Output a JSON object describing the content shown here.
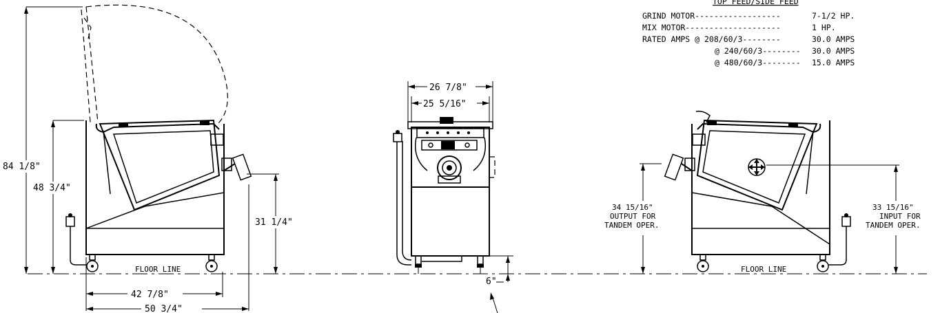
{
  "spec_table": {
    "title": "TOP FEED/SIDE FEED",
    "rows": [
      {
        "label": "GRIND MOTOR------------------",
        "value": "7-1/2 HP."
      },
      {
        "label": "MIX MOTOR--------------------",
        "value": "1 HP."
      },
      {
        "label": "RATED AMPS @ 208/60/3--------",
        "value": "30.0 AMPS"
      },
      {
        "label": "@ 240/60/3--------",
        "value": "30.0 AMPS"
      },
      {
        "label": "@ 480/60/3--------",
        "value": "15.0 AMPS"
      }
    ]
  },
  "dimensions": {
    "overall_height": "84 1/8\"",
    "cabinet_height": "48 3/4\"",
    "outlet_height": "31 1/4\"",
    "base_width": "42 7/8\"",
    "overall_width": "50 3/4\"",
    "front_width_outer": "26 7/8\"",
    "front_width_inner": "25 5/16\"",
    "clearance": "6\""
  },
  "labels": {
    "floor_line_left": "FLOOR LINE",
    "floor_line_right": "FLOOR LINE",
    "output_height": "34 15/16\"",
    "output_line1": "OUTPUT FOR",
    "output_line2": "TANDEM OPER.",
    "input_height": "33 15/16\"",
    "input_line1": "INPUT FOR",
    "input_line2": "TANDEM OPER."
  }
}
